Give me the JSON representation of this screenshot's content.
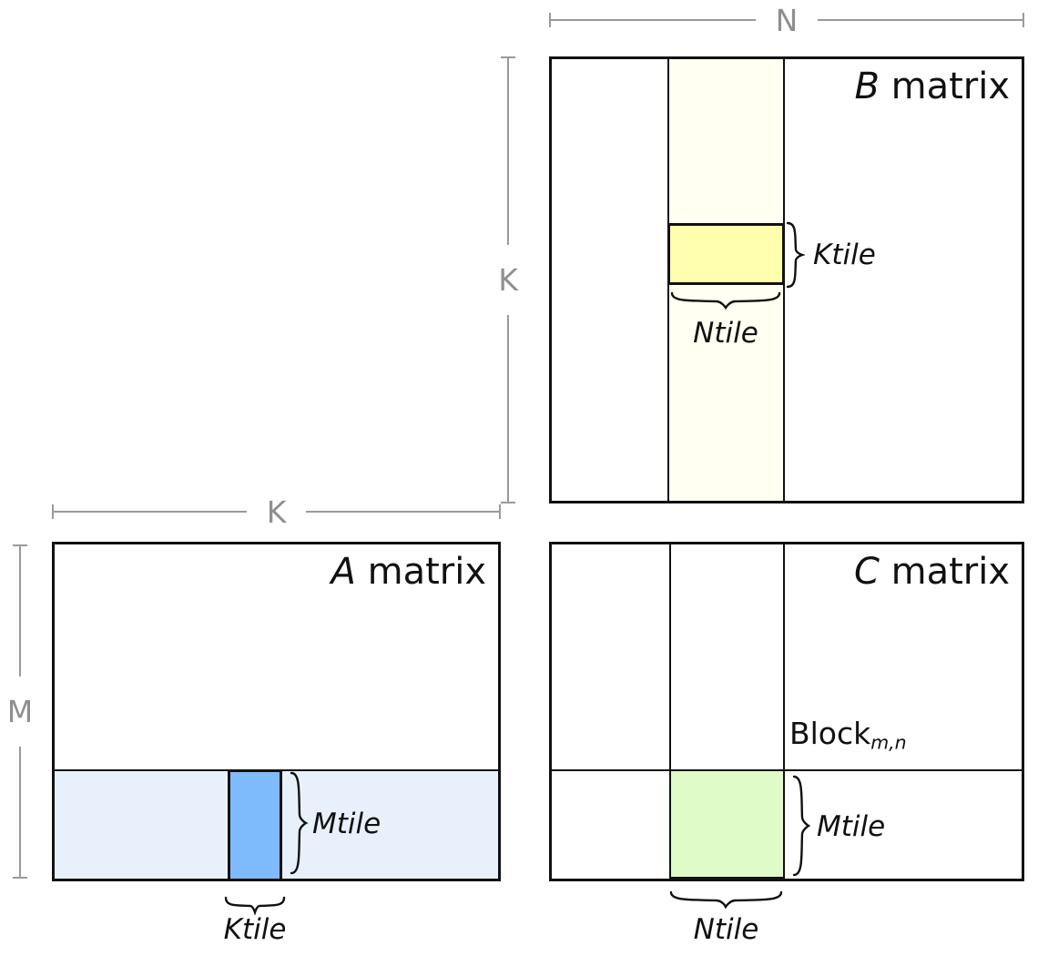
{
  "colors": {
    "dimension_line": "#9a9a9a",
    "dimension_text": "#8f8f8f",
    "matrix_border": "#111111",
    "b_strip_fill": "#fffff2",
    "b_tile_fill": "#ffffae",
    "a_strip_fill": "#e8f1fb",
    "a_tile_fill": "#7ebbfc",
    "c_tile_fill": "#dffbc8"
  },
  "dimension_labels": {
    "n": "N",
    "k_beside_b": "K",
    "k_above_a": "K",
    "m": "M"
  },
  "matrices": {
    "b": {
      "letter": "B",
      "word": " matrix"
    },
    "a": {
      "letter": "A",
      "word": " matrix"
    },
    "c": {
      "letter": "C",
      "word": " matrix"
    }
  },
  "tile_labels": {
    "b_ktile": "Ktile",
    "b_ntile": "Ntile",
    "a_mtile": "Mtile",
    "a_ktile": "Ktile",
    "c_mtile": "Mtile",
    "c_ntile": "Ntile"
  },
  "block_label": {
    "base": "Block",
    "subscript": "m,n"
  }
}
